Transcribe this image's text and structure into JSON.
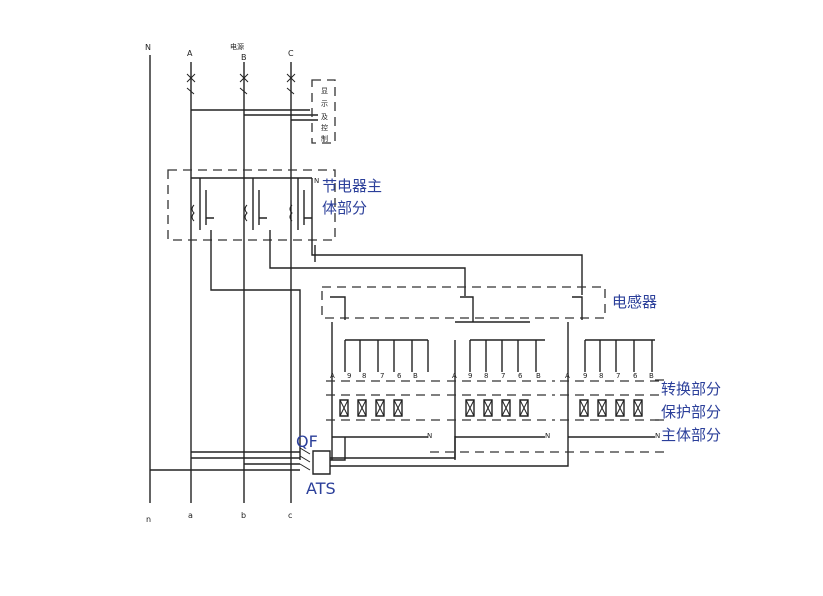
{
  "phases_top": {
    "n": "N",
    "a": "A",
    "b": "B",
    "c": "C",
    "power": "电源"
  },
  "phases_bottom": {
    "n": "n",
    "a": "a",
    "b": "b",
    "c": "c"
  },
  "display_box": [
    "显",
    "示",
    "及",
    "控",
    "制"
  ],
  "saver_label": {
    "line1": "节电器主",
    "line2": "体部分",
    "n_mark": "N"
  },
  "inductor_label": "电感器",
  "module_terminals": [
    "A",
    "9",
    "8",
    "7",
    "6",
    "B"
  ],
  "module_n_mark": "N",
  "right_labels": [
    "转换部分",
    "保护部分",
    "主体部分"
  ],
  "qf_label": "QF",
  "ats_label": "ATS",
  "colors": {
    "lines": "#222222",
    "labels": "#2b3f9a",
    "background": "#ffffff"
  }
}
